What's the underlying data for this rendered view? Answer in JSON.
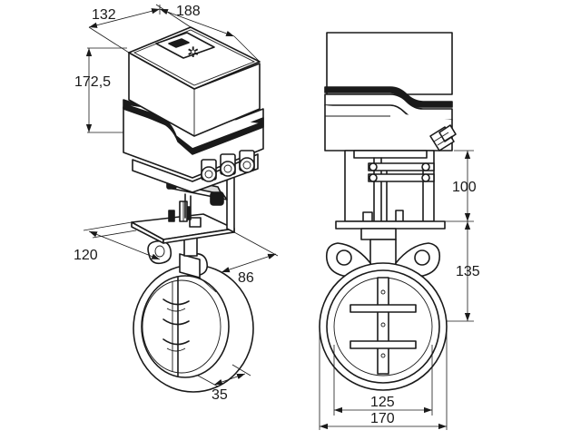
{
  "dimensions": {
    "actuator_depth": "132",
    "actuator_width": "188",
    "actuator_height": "172,5",
    "mount_height": "100",
    "flange_width": "120",
    "flange_depth": "86",
    "valve_height": "135",
    "body_width": "35",
    "disc_diameter": "125",
    "body_diameter": "170"
  }
}
